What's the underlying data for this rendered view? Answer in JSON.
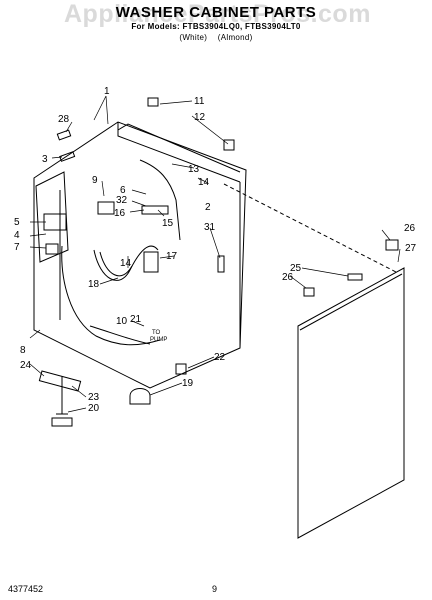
{
  "header": {
    "title": "WASHER CABINET PARTS",
    "subtitle": "For Models: FTBS3904LQ0, FTBS3904LT0",
    "variants": [
      "(White)",
      "(Almond)"
    ]
  },
  "watermark": "AppliancePartsPros.com",
  "footer": {
    "doc_number": "4377452",
    "page": "9"
  },
  "callouts": [
    "1",
    "2",
    "3",
    "4",
    "5",
    "6",
    "7",
    "8",
    "9",
    "10",
    "11",
    "12",
    "13",
    "14",
    "14",
    "15",
    "16",
    "17",
    "18",
    "19",
    "20",
    "21",
    "22",
    "23",
    "24",
    "25",
    "26",
    "26",
    "27",
    "28",
    "31",
    "32"
  ],
  "annotations": {
    "to": "TO",
    "pump": "PUMP"
  }
}
